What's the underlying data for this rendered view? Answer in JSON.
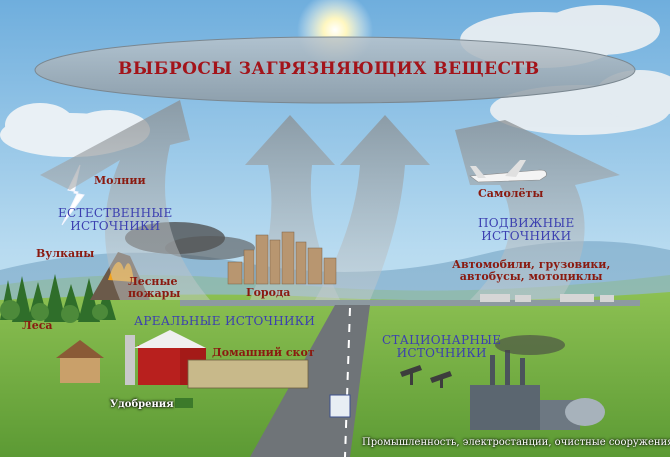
{
  "title": "ВЫБРОСЫ ЗАГРЯЗНЯЮЩИХ ВЕЩЕСТВ",
  "labels": {
    "lightning": "Молнии",
    "natural_line1": "ЕСТЕСТВЕННЫЕ",
    "natural_line2": "ИСТОЧНИКИ",
    "volcanoes": "Вулканы",
    "forest_fires_line1": "Лесные",
    "forest_fires_line2": "пожары",
    "forests": "Леса",
    "cities": "Города",
    "areal": "АРЕАЛЬНЫЕ ИСТОЧНИКИ",
    "livestock": "Домашний скот",
    "fertilizers": "Удобрения",
    "stationary_line1": "СТАЦИОНАРНЫЕ",
    "stationary_line2": "ИСТОЧНИКИ",
    "industry": "Промышленность, электростанции, очистные сооружения",
    "airplanes": "Самолёты",
    "mobile_line1": "ПОДВИЖНЫЕ",
    "mobile_line2": "ИСТОЧНИКИ",
    "vehicles_line1": "Автомобили, грузовики,",
    "vehicles_line2": "автобусы, мотоциклы"
  },
  "colors": {
    "title": "#a3141a",
    "label_dark": "#8a1a10",
    "label_blue": "#3b3fb0",
    "sky_top": "#7fb6e0",
    "grass": "#7db24a"
  }
}
